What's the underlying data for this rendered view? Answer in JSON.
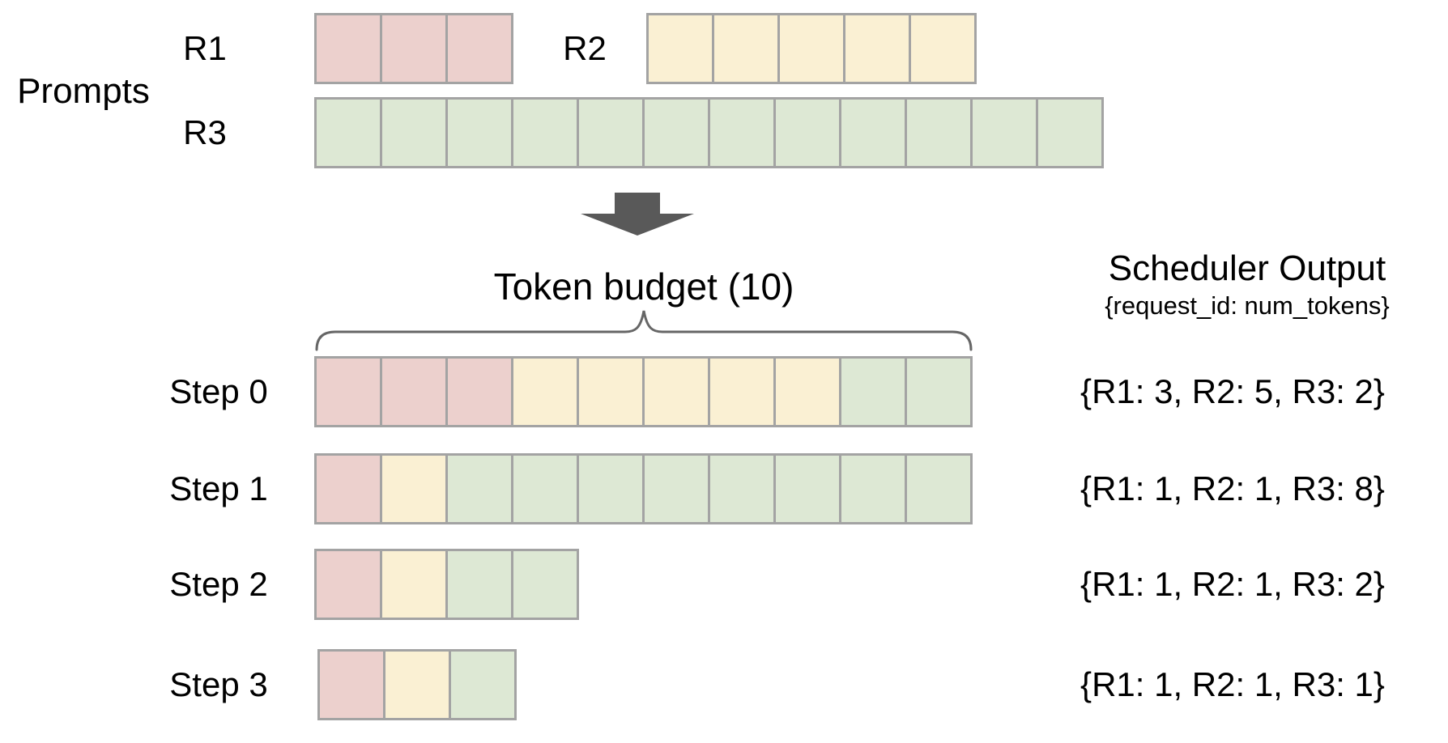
{
  "colors": {
    "r1": "#ecd0cd",
    "r2": "#faf0d3",
    "r3": "#dde8d4",
    "cell_border": "#a3a3a3",
    "arrow": "#595959",
    "brace": "#666666",
    "text": "#000000"
  },
  "prompts": {
    "section_label": "Prompts",
    "requests": [
      {
        "id": "R1",
        "num_tokens": 3,
        "color_key": "r1"
      },
      {
        "id": "R2",
        "num_tokens": 5,
        "color_key": "r2"
      },
      {
        "id": "R3",
        "num_tokens": 12,
        "color_key": "r3"
      }
    ]
  },
  "token_budget": {
    "label": "Token budget (10)",
    "value": 10
  },
  "scheduler_output": {
    "title": "Scheduler Output",
    "subtitle": "{request_id: num_tokens}"
  },
  "steps": [
    {
      "label": "Step 0",
      "allocations": [
        {
          "request": "R1",
          "tokens": 3
        },
        {
          "request": "R2",
          "tokens": 5
        },
        {
          "request": "R3",
          "tokens": 2
        }
      ],
      "output_text": "{R1: 3, R2: 5, R3: 2}"
    },
    {
      "label": "Step 1",
      "allocations": [
        {
          "request": "R1",
          "tokens": 1
        },
        {
          "request": "R2",
          "tokens": 1
        },
        {
          "request": "R3",
          "tokens": 8
        }
      ],
      "output_text": "{R1: 1, R2: 1, R3: 8}"
    },
    {
      "label": "Step 2",
      "allocations": [
        {
          "request": "R1",
          "tokens": 1
        },
        {
          "request": "R2",
          "tokens": 1
        },
        {
          "request": "R3",
          "tokens": 2
        }
      ],
      "output_text": "{R1: 1, R2: 1, R3: 2}"
    },
    {
      "label": "Step 3",
      "allocations": [
        {
          "request": "R1",
          "tokens": 1
        },
        {
          "request": "R2",
          "tokens": 1
        },
        {
          "request": "R3",
          "tokens": 1
        }
      ],
      "output_text": "{R1: 1, R2: 1, R3: 1}"
    }
  ]
}
